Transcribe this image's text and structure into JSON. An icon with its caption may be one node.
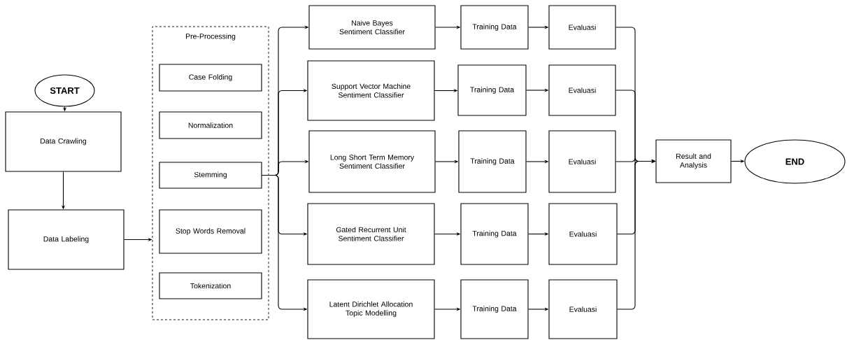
{
  "diagram": {
    "nodes": [
      {
        "text": [
          "START"
        ]
      },
      {
        "text": [
          "Data Crawling"
        ]
      },
      {
        "text": [
          "Data Labeling"
        ]
      },
      {
        "text": [
          "Pre-Processing"
        ]
      },
      {
        "text": [
          "Case Folding"
        ],
        "in": 3
      },
      {
        "text": [
          "Normalization"
        ],
        "in": 3
      },
      {
        "text": [
          "Stemming"
        ],
        "in": 3
      },
      {
        "text": [
          "Stop Words Removal"
        ],
        "in": 3
      },
      {
        "text": [
          "Tokenization"
        ],
        "in": 3
      },
      {
        "text": [
          "Naive Bayes Sentiment Classifier"
        ]
      },
      {
        "text": [
          "Training Data"
        ]
      },
      {
        "text": [
          "Evaluasi"
        ]
      },
      {
        "text": [
          "Support Vector Machine Sentiment Classifier"
        ]
      },
      {
        "text": [
          "Training Data"
        ]
      },
      {
        "text": [
          "Evaluasi"
        ]
      },
      {
        "text": [
          "Long Short Term Memory Sentiment Classifier"
        ]
      },
      {
        "text": [
          "Training Data"
        ]
      },
      {
        "text": [
          "Evaluasi"
        ]
      },
      {
        "text": [
          "Gated Recurrent Unit Sentiment Classifier"
        ]
      },
      {
        "text": [
          "Training Data"
        ]
      },
      {
        "text": [
          "Evaluasi"
        ]
      },
      {
        "text": [
          "Latent Dirichlet Allocation Topic Modelling"
        ]
      },
      {
        "text": [
          "Training Data"
        ]
      },
      {
        "text": [
          "Evaluasi"
        ]
      },
      {
        "text": [
          "Result and Analysis"
        ]
      },
      {
        "text": [
          "END"
        ]
      }
    ],
    "edges": [
      {
        "from": 0,
        "to": 1,
        "arrow": "to"
      },
      {
        "from": 1,
        "to": 2,
        "arrow": "to"
      },
      {
        "from": 2,
        "to": 3,
        "arrow": "to"
      },
      {
        "from": 6,
        "to": 9,
        "arrow": "to"
      },
      {
        "from": 6,
        "to": 12,
        "arrow": "to"
      },
      {
        "from": 6,
        "to": 15,
        "arrow": "to"
      },
      {
        "from": 6,
        "to": 18,
        "arrow": "to"
      },
      {
        "from": 6,
        "to": 21,
        "arrow": "to"
      },
      {
        "from": 9,
        "to": 10,
        "arrow": "to"
      },
      {
        "from": 10,
        "to": 11,
        "arrow": "to"
      },
      {
        "from": 12,
        "to": 13,
        "arrow": "to"
      },
      {
        "from": 13,
        "to": 14,
        "arrow": "to"
      },
      {
        "from": 15,
        "to": 16,
        "arrow": "to"
      },
      {
        "from": 16,
        "to": 17,
        "arrow": "to"
      },
      {
        "from": 18,
        "to": 19,
        "arrow": "to"
      },
      {
        "from": 19,
        "to": 20,
        "arrow": "to"
      },
      {
        "from": 21,
        "to": 22,
        "arrow": "to"
      },
      {
        "from": 22,
        "to": 23,
        "arrow": "to"
      },
      {
        "from": 11,
        "to": 24,
        "arrow": "to"
      },
      {
        "from": 14,
        "to": 24,
        "arrow": "to"
      },
      {
        "from": 17,
        "to": 24,
        "arrow": "to"
      },
      {
        "from": 20,
        "to": 24,
        "arrow": "to"
      },
      {
        "from": 23,
        "to": 24,
        "arrow": "to"
      },
      {
        "from": 24,
        "to": 25,
        "arrow": "to"
      }
    ]
  }
}
